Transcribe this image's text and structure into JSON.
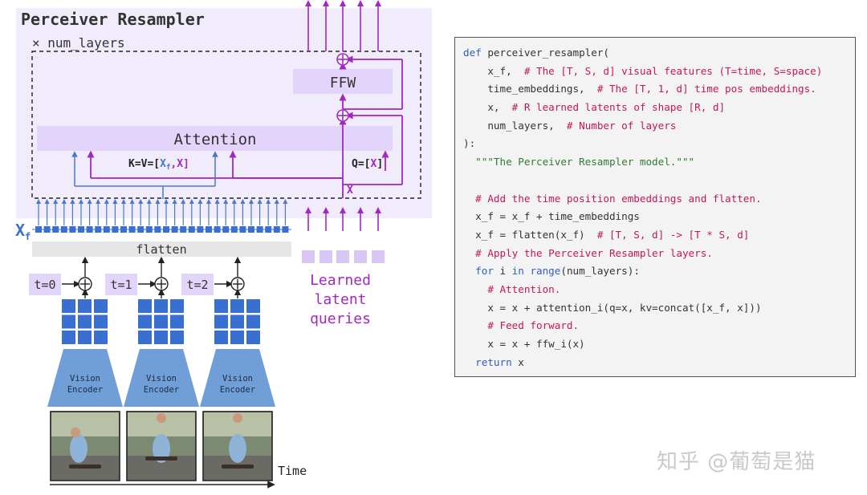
{
  "diagram": {
    "title": "Perceiver Resampler",
    "num_layers_label": "× num_layers",
    "ffw_label": "FFW",
    "attention_label": "Attention",
    "kv_label_prefix": "K=V=[",
    "kv_label_xf": "X",
    "kv_label_sub": "f",
    "kv_label_suffix": ",X]",
    "q_label_prefix": "Q=[",
    "q_label_x": "X",
    "q_label_suffix": "]",
    "x_label": "X",
    "xf_label": "X",
    "xf_sub": "f",
    "flatten_label": "flatten",
    "time_labels": [
      "t=0",
      "t=1",
      "t=2"
    ],
    "encoder_label_line1": "Vision",
    "encoder_label_line2": "Encoder",
    "latent_label_lines": [
      "Learned",
      "latent",
      "queries"
    ],
    "time_axis_label": "Time",
    "colors": {
      "panel_bg": "#f1ecfb",
      "box_fill": "#e3d4fb",
      "purple": "#a227c4",
      "blue": "#4a78c8",
      "token_blue": "#3a6fd2",
      "latent_box": "#d9c6f5",
      "flatten_bg": "#e6e6e6",
      "time_bg": "#e3d4fb",
      "encoder": "#6f9fd6"
    }
  },
  "code": {
    "lines": [
      [
        {
          "t": "def ",
          "c": "kw"
        },
        {
          "t": "perceiver_resampler(",
          "c": "pl"
        }
      ],
      [
        {
          "t": "    x_f,  ",
          "c": "pl"
        },
        {
          "t": "# The [T, S, d] visual features (T=time, S=space)",
          "c": "cm"
        }
      ],
      [
        {
          "t": "    time_embeddings,  ",
          "c": "pl"
        },
        {
          "t": "# The [T, 1, d] time pos embeddings.",
          "c": "cm"
        }
      ],
      [
        {
          "t": "    x,  ",
          "c": "pl"
        },
        {
          "t": "# R learned latents of shape [R, d]",
          "c": "cm"
        }
      ],
      [
        {
          "t": "    num_layers,  ",
          "c": "pl"
        },
        {
          "t": "# Number of layers",
          "c": "cm"
        }
      ],
      [
        {
          "t": "):",
          "c": "pl"
        }
      ],
      [
        {
          "t": "  \"\"\"The Perceiver Resampler model.\"\"\"",
          "c": "st"
        }
      ],
      [
        {
          "t": "",
          "c": "pl"
        }
      ],
      [
        {
          "t": "  # Add the time position embeddings and flatten.",
          "c": "cm"
        }
      ],
      [
        {
          "t": "  x_f = x_f + time_embeddings",
          "c": "pl"
        }
      ],
      [
        {
          "t": "  x_f = flatten(x_f)  ",
          "c": "pl"
        },
        {
          "t": "# [T, S, d] -> [T * S, d]",
          "c": "cm"
        }
      ],
      [
        {
          "t": "  # Apply the Perceiver Resampler layers.",
          "c": "cm"
        }
      ],
      [
        {
          "t": "  ",
          "c": "pl"
        },
        {
          "t": "for",
          "c": "kw"
        },
        {
          "t": " i ",
          "c": "pl"
        },
        {
          "t": "in",
          "c": "kw"
        },
        {
          "t": " ",
          "c": "pl"
        },
        {
          "t": "range",
          "c": "kw"
        },
        {
          "t": "(num_layers):",
          "c": "pl"
        }
      ],
      [
        {
          "t": "    # Attention.",
          "c": "cm"
        }
      ],
      [
        {
          "t": "    x = x + attention_i(q=x, kv=concat([x_f, x]))",
          "c": "pl"
        }
      ],
      [
        {
          "t": "    # Feed forward.",
          "c": "cm"
        }
      ],
      [
        {
          "t": "    x = x + ffw_i(x)",
          "c": "pl"
        }
      ],
      [
        {
          "t": "  return",
          "c": "kw"
        },
        {
          "t": " x",
          "c": "pl"
        }
      ]
    ]
  },
  "watermark": "知乎 @葡萄是猫"
}
